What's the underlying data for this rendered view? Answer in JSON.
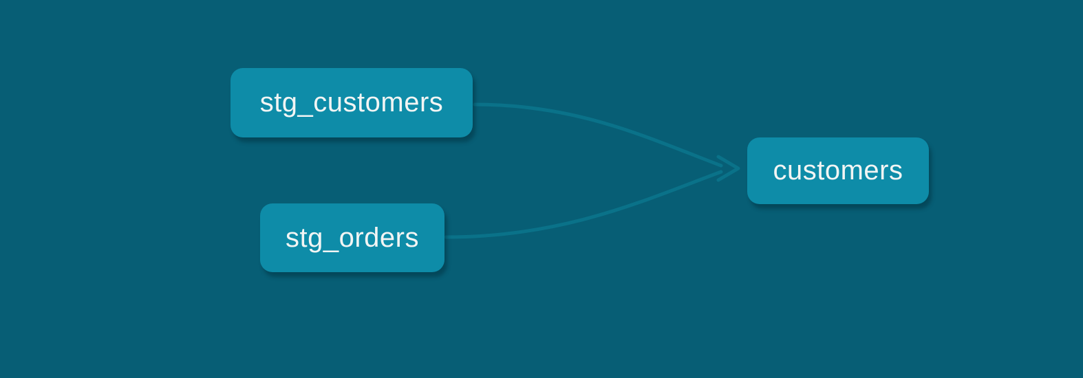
{
  "diagram": {
    "type": "lineage-graph",
    "nodes": [
      {
        "id": "stg_customers",
        "label": "stg_customers"
      },
      {
        "id": "stg_orders",
        "label": "stg_orders"
      },
      {
        "id": "customers",
        "label": "customers"
      }
    ],
    "edges": [
      {
        "from": "stg_customers",
        "to": "customers"
      },
      {
        "from": "stg_orders",
        "to": "customers"
      }
    ]
  },
  "colors": {
    "canvas_bg": "#075E75",
    "node_fill": "#0E8CA8",
    "node_text": "#F2F5F4",
    "edge": "#0A7289"
  }
}
